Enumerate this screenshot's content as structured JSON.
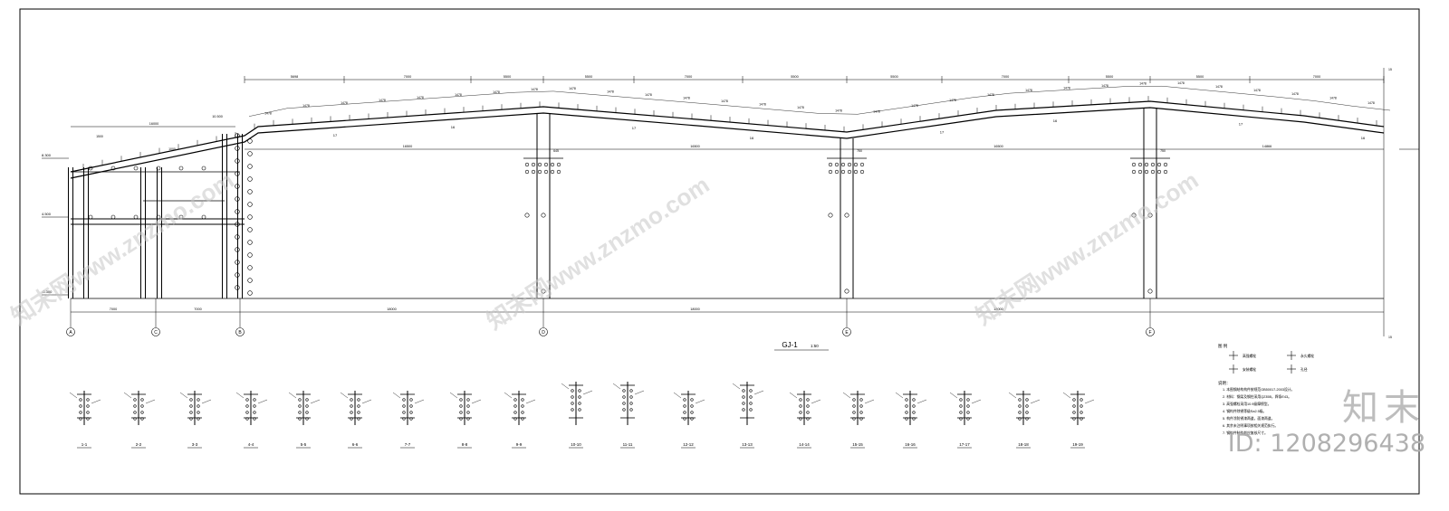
{
  "drawing": {
    "title": "GJ-1",
    "scale": "1:50",
    "grid_axes": [
      "A",
      "C",
      "B",
      "D",
      "E",
      "F"
    ],
    "span_labels": [
      "7000",
      "7000",
      "18000",
      "18000",
      "18000"
    ],
    "top_segment_labels": [
      "5698",
      "7000",
      "5500",
      "5500",
      "7000",
      "5500",
      "5500",
      "7000",
      "5500",
      "5500",
      "7000"
    ],
    "purlin_spacing": "1478",
    "mid_spacing": [
      "16500",
      "16500",
      "16500",
      "14866"
    ],
    "left_roof_labels": [
      "16000",
      "1500",
      "1000"
    ],
    "left_levels": [
      "8.300",
      "4.500",
      "-0.300"
    ],
    "haunch_labels": [
      "645",
      "750",
      "750"
    ],
    "member_tag_a": "16",
    "member_tag_b": "17",
    "left_top_label": "10.500",
    "right_end_label": "15"
  },
  "sections": [
    "1-1",
    "2-2",
    "3-3",
    "4-4",
    "5-5",
    "6-6",
    "7-7",
    "8-8",
    "9-9",
    "10-10",
    "11-11",
    "12-12",
    "13-13",
    "14-14",
    "15-15",
    "16-16",
    "17-17",
    "18-18",
    "19-19"
  ],
  "legend": {
    "heading": "图 例",
    "items": [
      "高强螺栓",
      "永久螺栓",
      "安装螺栓",
      "孔径"
    ]
  },
  "notes": {
    "heading": "说明：",
    "lines": [
      "1. 本图钢结构构件按规范GB50017-2003设计。",
      "2. 材料：钢梁及钢柱采用Q235B，焊条E43。",
      "3. 高强螺栓采用10.9级摩擦型。",
      "4. 钢构件除锈等级Sa2.5级。",
      "5. 构件涂防锈漆两道，面漆两道。",
      "6. 其余未注明事项按相关规范执行。",
      "7. 钢构件制作前应复核尺寸。"
    ]
  },
  "watermark": {
    "text": "知末网www.znzmo.com",
    "brand": "知末",
    "id_text": "ID: 1208296438"
  }
}
